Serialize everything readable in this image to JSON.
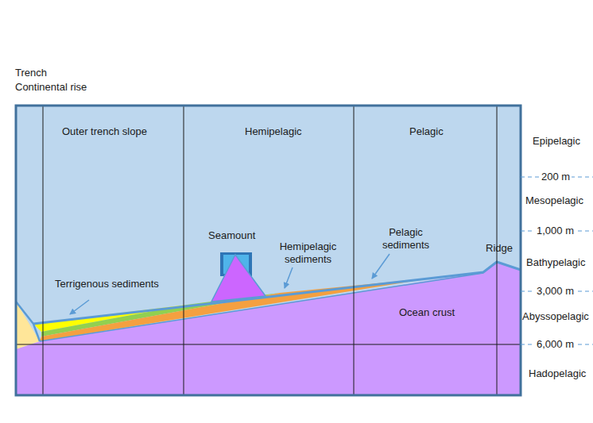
{
  "diagram": {
    "labels": [
      "Trench",
      "Continental rise",
      "Outer trench slope",
      "Hemipelagic",
      "Pelagic",
      "Epipelagic",
      "200 m",
      "Mesopelagic",
      "1,000 m",
      "Seamount",
      "Hemipelagic sediments",
      "Pelagic sediments",
      "Ridge",
      "Bathypelagic",
      "Terrigenous sediments",
      "3,000 m",
      "Ocean crust",
      "Abyssopelagic",
      "6,000 m",
      "Hadopelagic"
    ]
  }
}
